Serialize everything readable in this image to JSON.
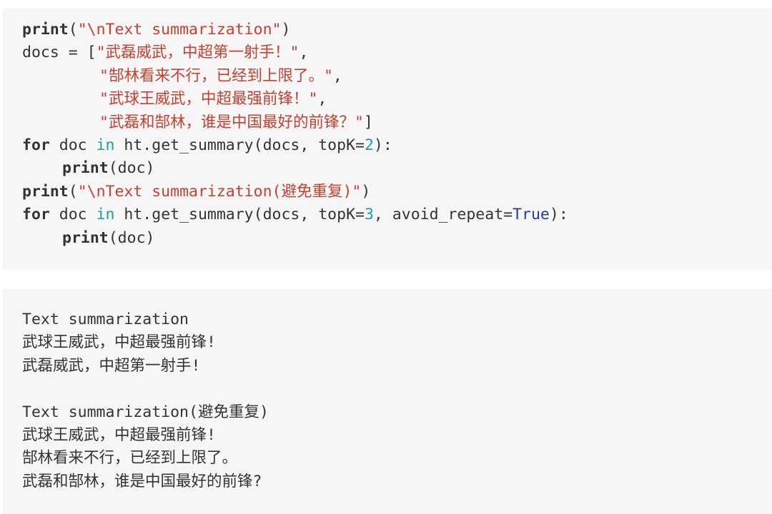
{
  "code": {
    "line1": {
      "kw": "print",
      "open": "(",
      "str": "\"\\nText summarization\"",
      "close": ")"
    },
    "line2": {
      "var": "docs = [",
      "str": "\"武磊威武，中超第一射手！\"",
      "comma": ","
    },
    "line3": {
      "str": "\"郜林看来不行，已经到上限了。\"",
      "comma": ","
    },
    "line4": {
      "str": "\"武球王威武，中超最强前锋！\"",
      "comma": ","
    },
    "line5": {
      "str": "\"武磊和郜林，谁是中国最好的前锋？\"",
      "close": "]"
    },
    "line6": {
      "kw_for": "for",
      "var": " doc ",
      "kw_in": "in",
      "call": " ht.get_summary(docs, topK=",
      "num": "2",
      "end": "):"
    },
    "line7": {
      "kw": "print",
      "args": "(doc)"
    },
    "line8": {
      "kw": "print",
      "open": "(",
      "str": "\"\\nText summarization(避免重复)\"",
      "close": ")"
    },
    "line9": {
      "kw_for": "for",
      "var": " doc ",
      "kw_in": "in",
      "call": " ht.get_summary(docs, topK=",
      "num": "3",
      "mid": ", avoid_repeat=",
      "const": "True",
      "end": "):"
    },
    "line10": {
      "kw": "print",
      "args": "(doc)"
    }
  },
  "output": {
    "lines": [
      "Text summarization",
      "武球王威武，中超最强前锋!",
      "武磊威武，中超第一射手!",
      "",
      "Text summarization(避免重复)",
      "武球王威武，中超最强前锋!",
      "郜林看来不行，已经到上限了。",
      "武磊和郜林，谁是中国最好的前锋?"
    ]
  }
}
